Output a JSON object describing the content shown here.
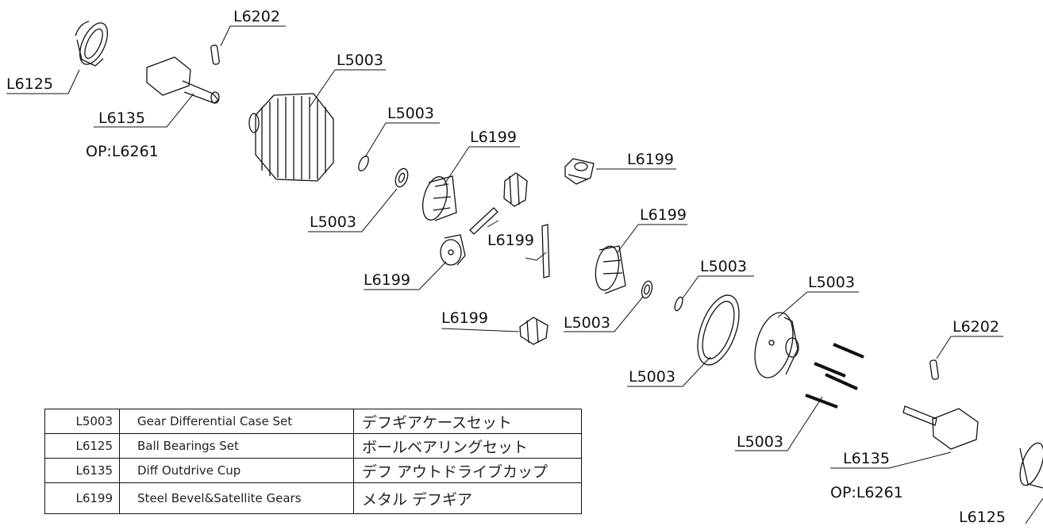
{
  "labels": {
    "l6125_top": "L6125",
    "l6202_top": "L6202",
    "l6135_top": "L6135",
    "op_top": "OP:L6261",
    "l5003_ring": "L5003",
    "l5003_oring": "L5003",
    "l5003_washer": "L5003",
    "l6199_bevel_left": "L6199",
    "l6199_pinion_topright": "L6199",
    "l6199_shaft": "L6199",
    "l6199_bevel_right": "L6199",
    "l6199_pinion_left": "L6199",
    "l6199_pinion_bottom": "L6199",
    "l5003_washer2": "L5003",
    "l5003_oring2": "L5003",
    "l5003_cover": "L5003",
    "l5003_gasket": "L5003",
    "l5003_screws": "L5003",
    "l6202_bottom": "L6202",
    "l6135_bottom": "L6135",
    "op_bottom": "OP:L6261",
    "l6125_bottom": "L6125"
  },
  "parts_table": [
    {
      "code": "L5003",
      "en": "Gear Differential Case Set",
      "jp": "デフギアケースセット"
    },
    {
      "code": "L6125",
      "en": "Ball Bearings Set",
      "jp": "ボールベアリングセット"
    },
    {
      "code": "L6135",
      "en": "Diff Outdrive Cup",
      "jp": "デフ アウトドライブカップ"
    },
    {
      "code": "L6199",
      "en": "Steel Bevel&Satellite Gears",
      "jp": "メタル デフギア"
    }
  ]
}
